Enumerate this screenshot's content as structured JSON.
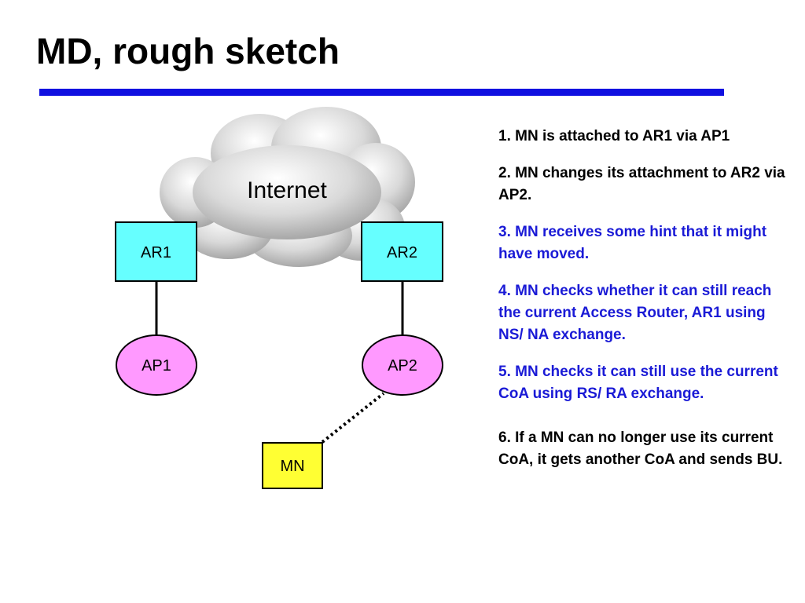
{
  "title": "MD, rough sketch",
  "colors": {
    "title_rule": "#1010e0",
    "router_fill": "#66ffff",
    "ap_fill": "#ff99ff",
    "mn_fill": "#ffff33",
    "highlight_text": "#1a1ad6",
    "normal_text": "#000000"
  },
  "diagram": {
    "cloud": {
      "label": "Internet",
      "icon": "cloud-icon"
    },
    "routers": [
      {
        "label": "AR1"
      },
      {
        "label": "AR2"
      }
    ],
    "access_points": [
      {
        "label": "AP1"
      },
      {
        "label": "AP2"
      }
    ],
    "mobile_node": {
      "label": "MN"
    },
    "links": [
      {
        "from": "AR1",
        "to": "AP1",
        "style": "solid"
      },
      {
        "from": "AR2",
        "to": "AP2",
        "style": "solid"
      },
      {
        "from": "MN",
        "to": "AP2",
        "style": "dotted"
      }
    ]
  },
  "steps": [
    {
      "text": "1. MN is attached to AR1 via AP1",
      "highlight": false
    },
    {
      "text": "2. MN changes its attachment to AR2 via AP2.",
      "highlight": false
    },
    {
      "text": "3. MN receives some hint that it might have moved.",
      "highlight": true
    },
    {
      "text": "4. MN checks whether it can still reach the current Access Router, AR1 using NS/ NA exchange.",
      "highlight": true
    },
    {
      "text": "5. MN checks it can still use the current CoA using RS/ RA exchange.",
      "highlight": true
    },
    {
      "text": "6. If a MN can no longer use its current CoA, it gets another CoA and sends BU.",
      "highlight": false
    }
  ]
}
